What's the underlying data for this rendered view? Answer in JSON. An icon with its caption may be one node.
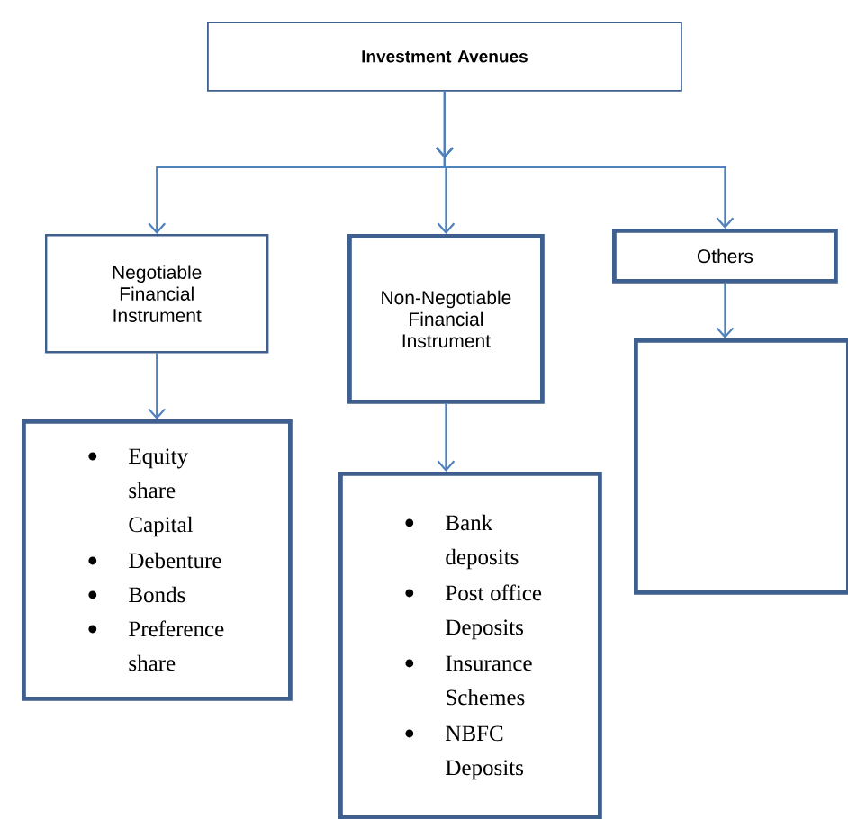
{
  "diagram": {
    "nodes": [
      {
        "text": [
          "Investment Avenues"
        ]
      },
      {
        "text": [
          "Negotiable Financial Instrument"
        ]
      },
      {
        "text": [
          "Non-Negotiable Financial Instrument"
        ]
      },
      {
        "text": [
          "Others"
        ]
      },
      {
        "text": [
          "Equity share Capital",
          "Debenture",
          "Bonds",
          "Preference share"
        ]
      },
      {
        "text": [
          "Bank deposits",
          "Post office Deposits",
          "Insurance Schemes",
          "NBFC Deposits"
        ]
      },
      {
        "text": [],
        "shape": "box"
      }
    ],
    "edges": [
      {
        "from": 0,
        "to": 1,
        "arrow": "to"
      },
      {
        "from": 0,
        "to": 2,
        "arrow": "to"
      },
      {
        "from": 0,
        "to": 3,
        "arrow": "to"
      },
      {
        "from": 1,
        "to": 4,
        "arrow": "to"
      },
      {
        "from": 2,
        "to": 5,
        "arrow": "to"
      },
      {
        "from": 3,
        "to": 6,
        "arrow": "to"
      }
    ]
  }
}
